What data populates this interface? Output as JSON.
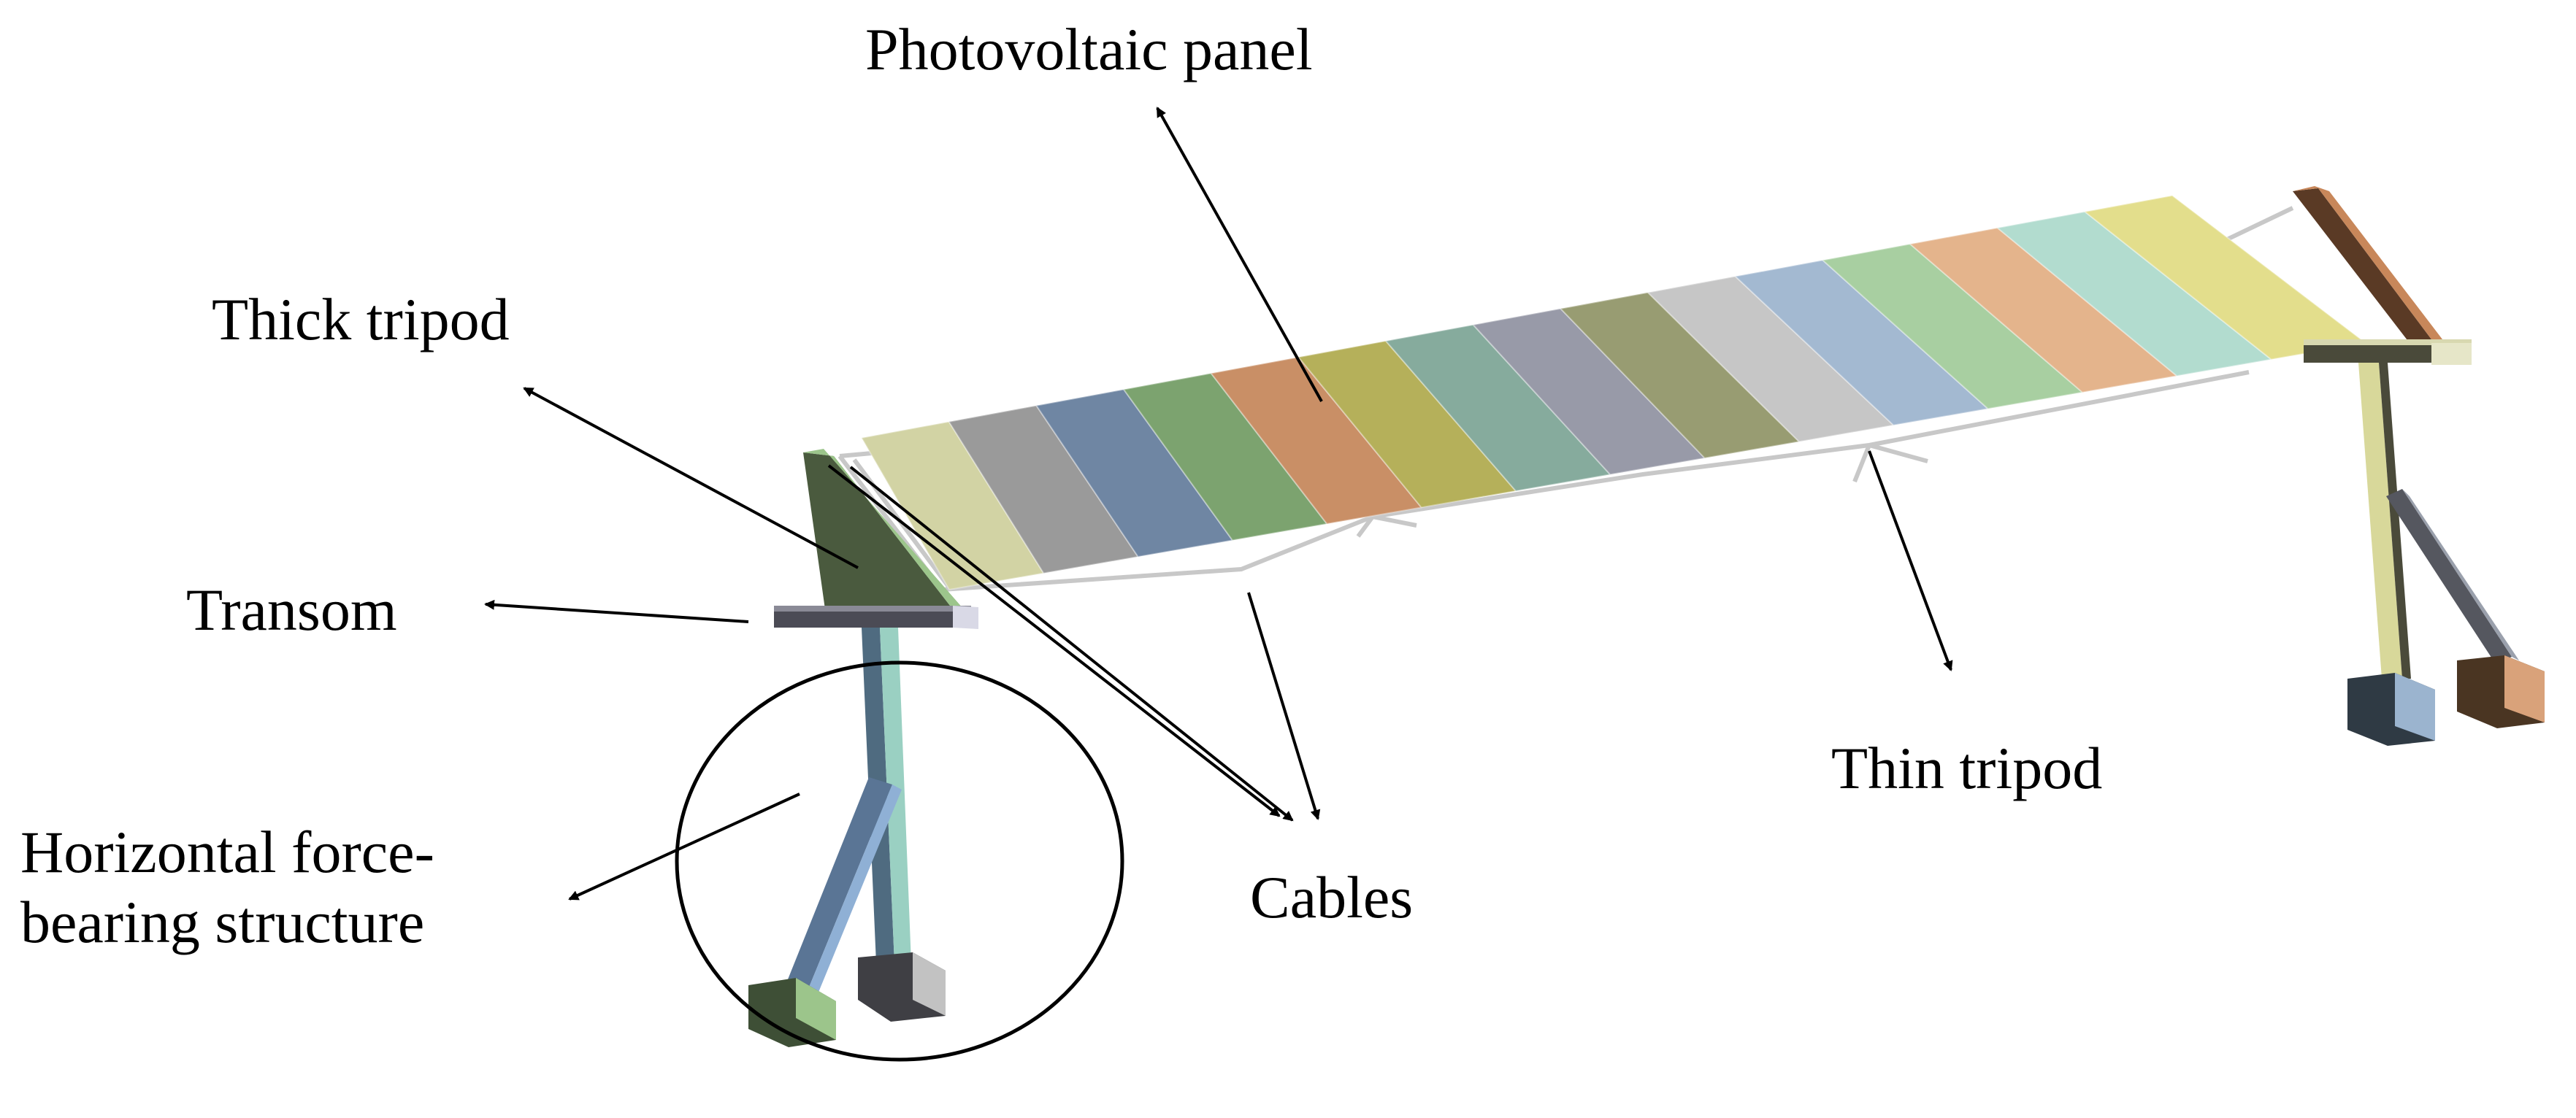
{
  "labels": {
    "photovoltaic_panel": "Photovoltaic panel",
    "thick_tripod": "Thick tripod",
    "transom": "Transom",
    "horizontal_structure_line1": "Horizontal force-",
    "horizontal_structure_line2": "bearing structure",
    "cables": "Cables",
    "thin_tripod": "Thin tripod"
  },
  "colors": {
    "panels": [
      "#d2d3a4",
      "#9a9a9a",
      "#6f86a3",
      "#7ca36f",
      "#c98f66",
      "#b5b05a",
      "#86ab9d",
      "#989aa8",
      "#989c72",
      "#c6c6c6",
      "#a3b9d1",
      "#a8cfa1",
      "#e4b48c",
      "#b2dccf",
      "#e3de8c"
    ],
    "left_tripod": "#4a5a3e",
    "left_tripod_edge": "#9cc58b",
    "transom": "#4b4b55",
    "right_tripod_front": "#5a3a25",
    "right_tripod_edge": "#c8875a",
    "cable": "#c8c8c8",
    "annotation": "#000000"
  }
}
